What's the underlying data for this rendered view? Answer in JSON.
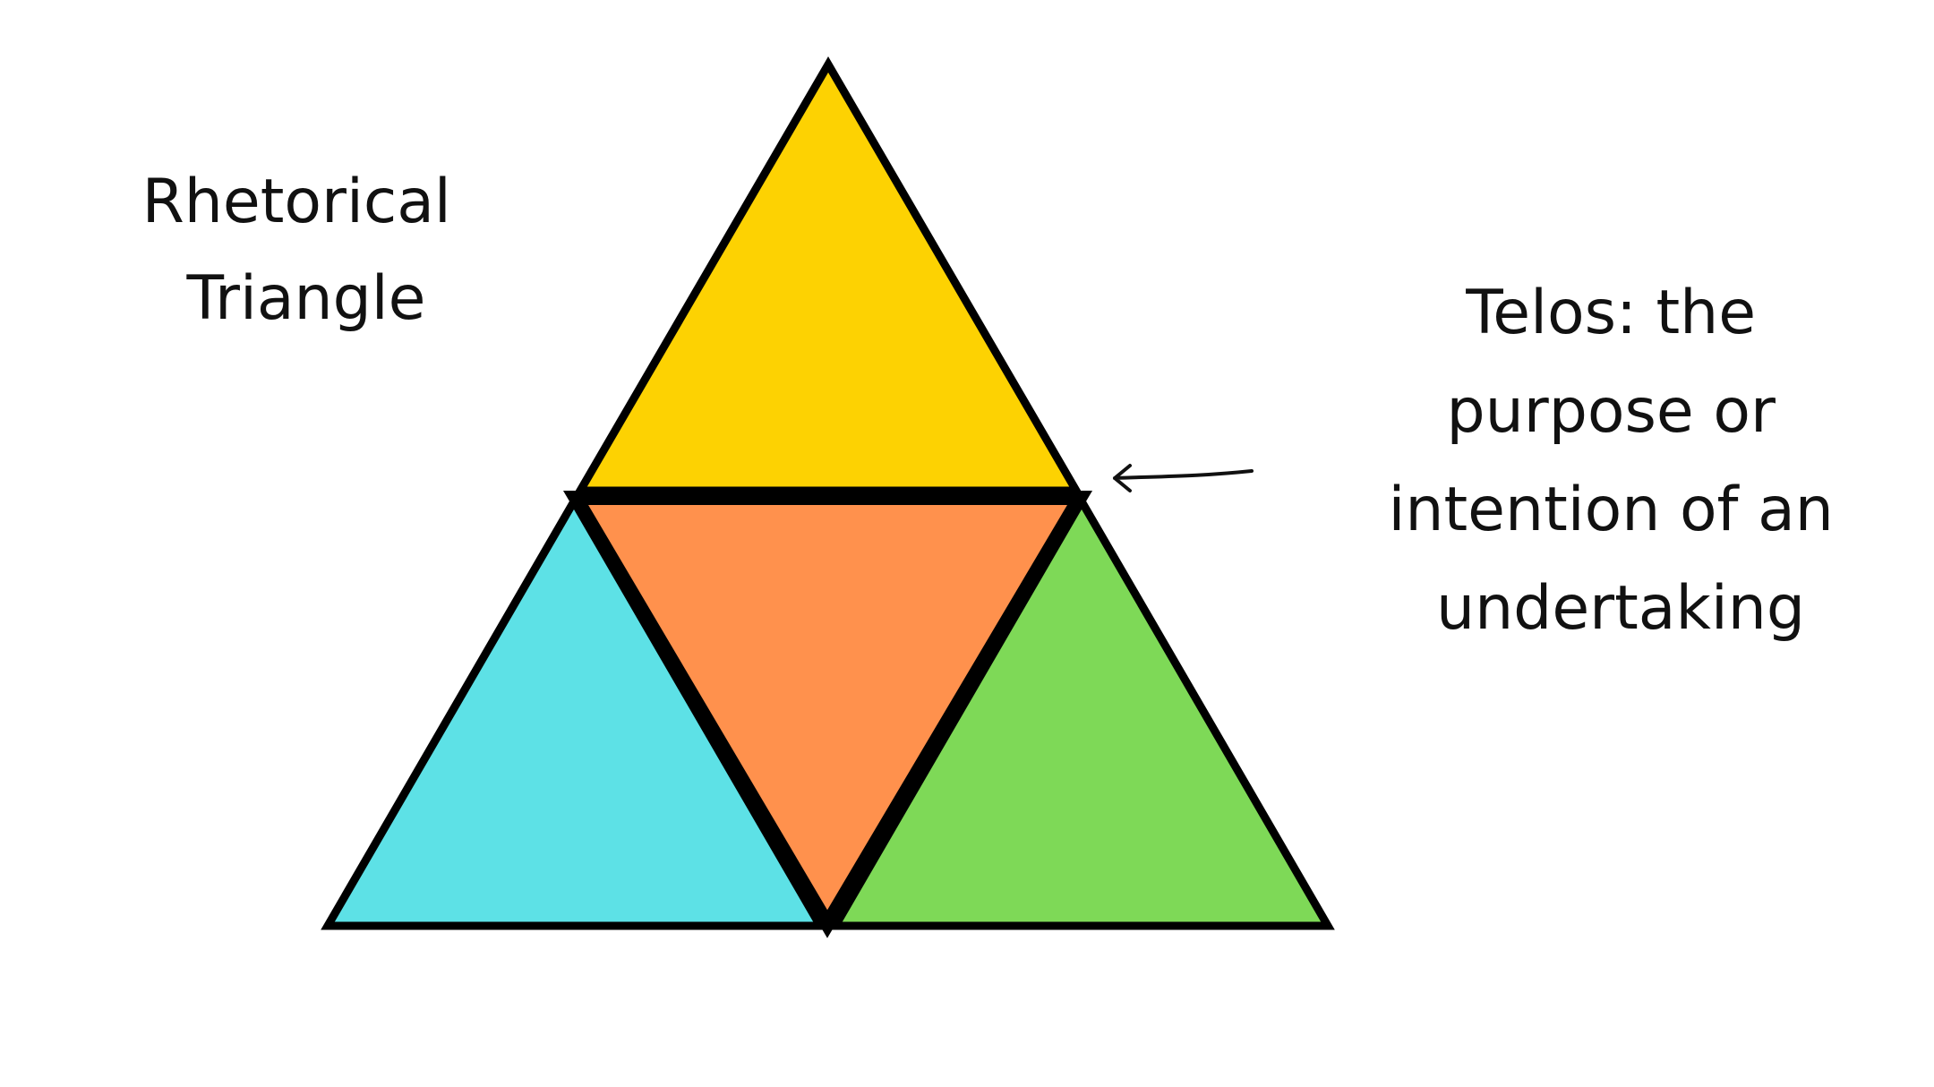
{
  "title": {
    "lines": [
      "Rhetorical",
      "Triangle"
    ]
  },
  "callout": {
    "lines": [
      "Telos: the",
      "purpose or",
      "intention of an",
      "undertaking"
    ]
  },
  "colors": {
    "top": "#FDD202",
    "left": "#5DE1E6",
    "center": "#FF914D",
    "right": "#7ED957",
    "stroke": "#000000",
    "text": "#111111"
  }
}
